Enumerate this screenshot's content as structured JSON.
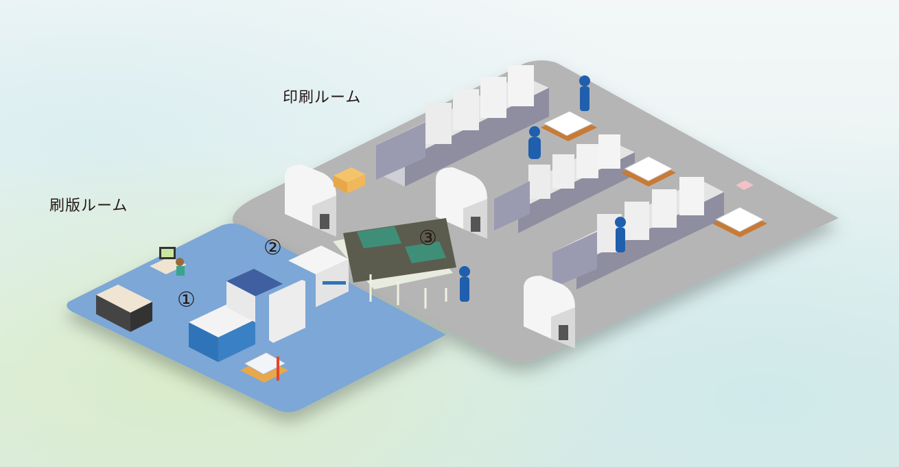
{
  "rooms": {
    "printing_room": {
      "label": "印刷ルーム",
      "floor_color": "#b5b5b5"
    },
    "platemaking_room": {
      "label": "刷版ルーム",
      "floor_color": "#7ba7d6"
    }
  },
  "markers": [
    {
      "id": "1",
      "label": "①"
    },
    {
      "id": "2",
      "label": "②"
    },
    {
      "id": "3",
      "label": "③"
    }
  ],
  "colors": {
    "machine_body": "#e6e6e6",
    "machine_dark": "#8f8fa0",
    "worker_uniform": "#1f5fae",
    "pallet": "#d88a3c",
    "conveyor_green": "#3f8f78"
  }
}
